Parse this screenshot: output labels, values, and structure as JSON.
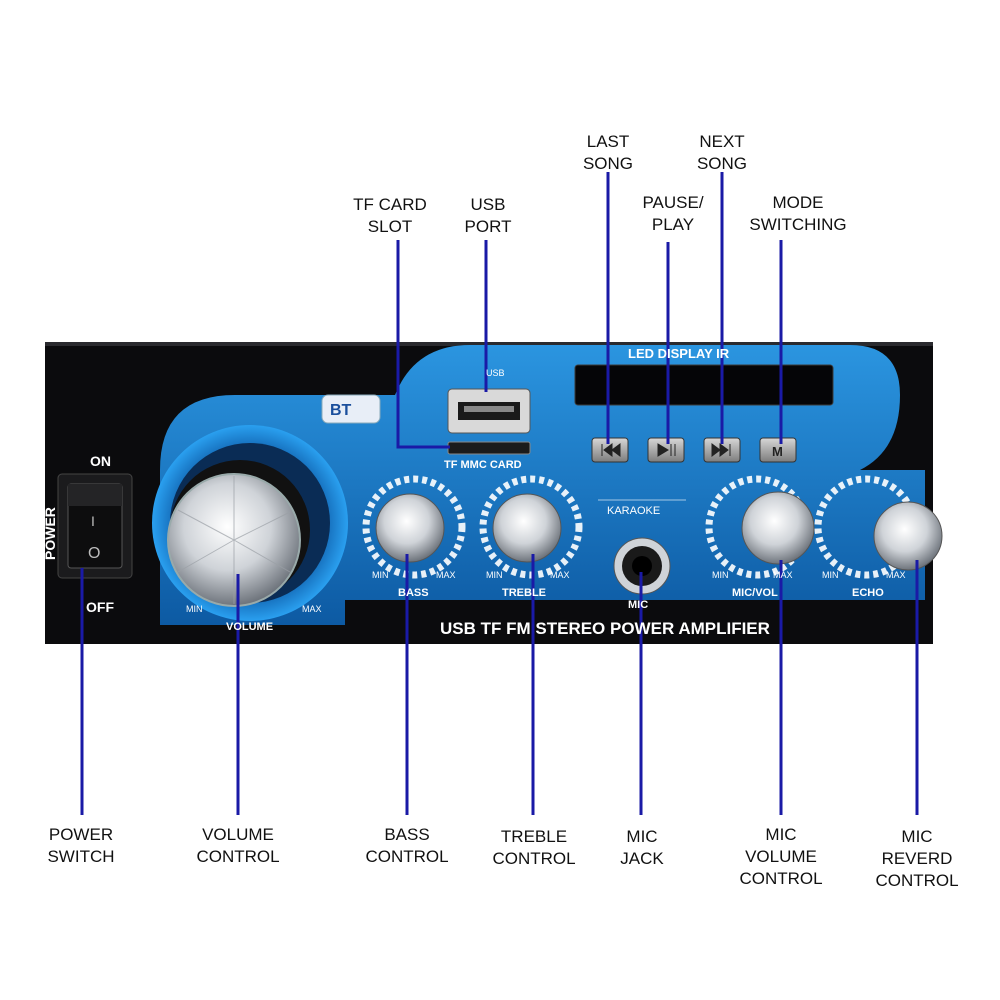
{
  "callouts": {
    "last_song": [
      "LAST",
      "SONG"
    ],
    "next_song": [
      "NEXT",
      "SONG"
    ],
    "tf_card_slot": [
      "TF CARD",
      "SLOT"
    ],
    "usb_port": [
      "USB",
      "PORT"
    ],
    "pause_play": [
      "PAUSE/",
      "PLAY"
    ],
    "mode_switching": [
      "MODE",
      "SWITCHING"
    ],
    "power_switch": [
      "POWER",
      "SWITCH"
    ],
    "volume_control": [
      "VOLUME",
      "CONTROL"
    ],
    "bass_control": [
      "BASS",
      "CONTROL"
    ],
    "treble_control": [
      "TREBLE",
      "CONTROL"
    ],
    "mic_jack": [
      "MIC",
      "JACK"
    ],
    "mic_volume_control": [
      "MIC",
      "VOLUME",
      "CONTROL"
    ],
    "mic_reverd_control": [
      "MIC",
      "REVERD",
      "CONTROL"
    ]
  },
  "panel": {
    "power_label": "POWER",
    "on_label": "ON",
    "off_label": "OFF",
    "switch_on_mark": "I",
    "switch_off_mark": "O",
    "bt_label": "BT",
    "led_display_label": "LED DISPLAY IR",
    "usb_label": "USB",
    "tf_mmc_label": "TF MMC CARD",
    "volume_label": "VOLUME",
    "min": "MIN",
    "max": "MAX",
    "bass_label": "BASS",
    "treble_label": "TREBLE",
    "karaoke_label": "KARAOKE",
    "mic_label": "MIC",
    "mic_vol_label": "MIC/VOL",
    "echo_label": "ECHO",
    "product_name": "USB TF FM STEREO POWER AMPLIFIER",
    "btn_mode_glyph": "M"
  },
  "colors": {
    "pointer_line": "#1a1aa6",
    "panel_black": "#0b0b0d",
    "panel_blue": "#1f86d6",
    "panel_blue_dark": "#0b4f93",
    "text_white": "#ffffff",
    "callout_text": "#111111"
  }
}
